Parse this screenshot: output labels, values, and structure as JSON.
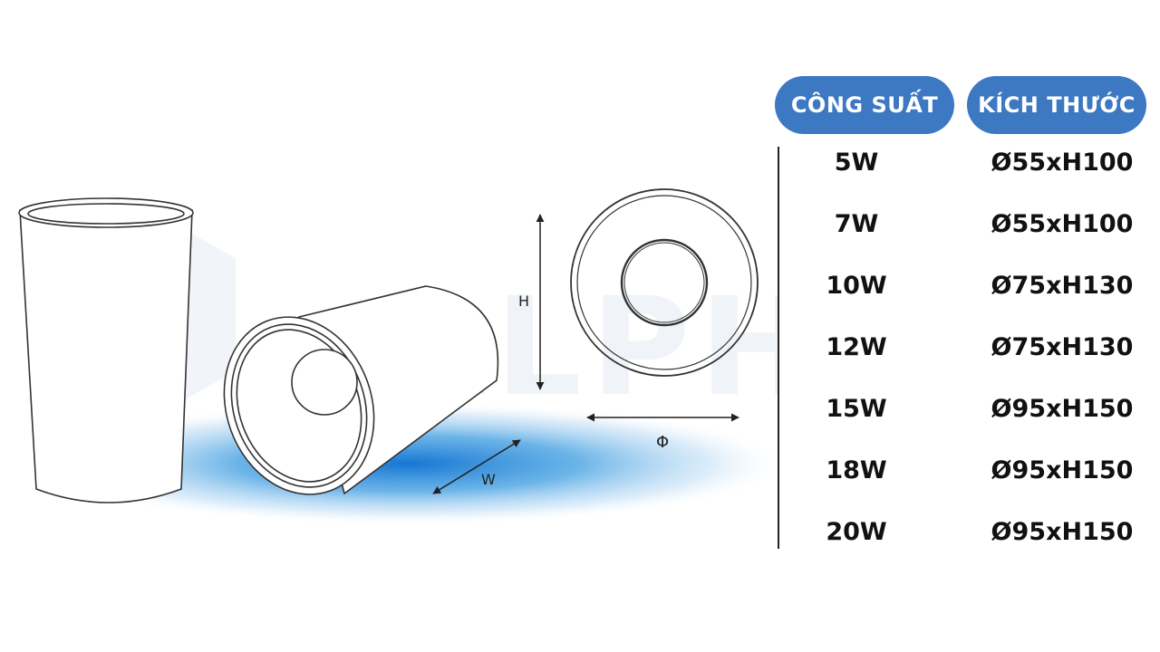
{
  "watermark": "ALPHA",
  "diagram": {
    "label_h": "H",
    "label_w": "W",
    "label_phi": "Φ"
  },
  "colors": {
    "header_bg": "#3d78c2",
    "glow": "#1e8ad6",
    "outline": "#333333"
  },
  "table": {
    "headers": {
      "power": "CÔNG SUẤT",
      "size": "KÍCH THƯỚC"
    },
    "rows": [
      {
        "power": "5W",
        "size": "Ø55xH100"
      },
      {
        "power": "7W",
        "size": "Ø55xH100"
      },
      {
        "power": "10W",
        "size": "Ø75xH130"
      },
      {
        "power": "12W",
        "size": "Ø75xH130"
      },
      {
        "power": "15W",
        "size": "Ø95xH150"
      },
      {
        "power": "18W",
        "size": "Ø95xH150"
      },
      {
        "power": "20W",
        "size": "Ø95xH150"
      }
    ]
  }
}
